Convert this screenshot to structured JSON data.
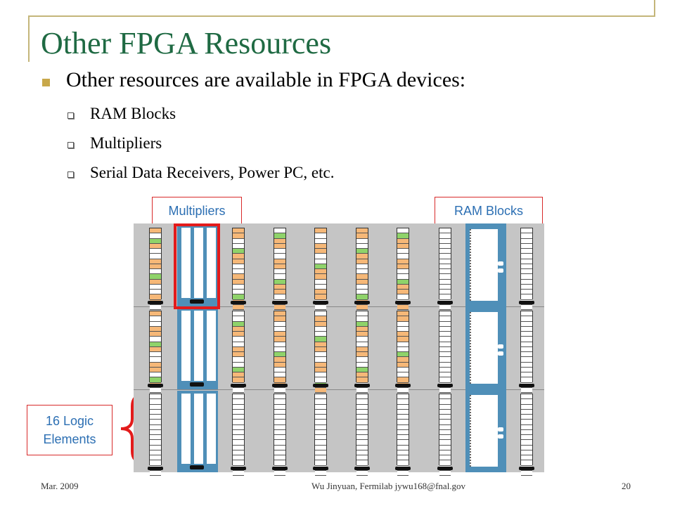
{
  "slide": {
    "title": "Other FPGA Resources",
    "main_bullet": "Other resources are available in FPGA devices:",
    "sub_bullets": [
      "RAM Blocks",
      "Multipliers",
      "Serial Data Receivers, Power PC, etc."
    ]
  },
  "callouts": {
    "multipliers": "Multipliers",
    "ram_blocks": "RAM Blocks",
    "logic_line1": "16 Logic",
    "logic_line2": "Elements"
  },
  "footer": {
    "date": "Mar. 2009",
    "author": "Wu Jinyuan, Fermilab jywu168@fnal.gov",
    "page": "20"
  },
  "colors": {
    "title": "#1f6a43",
    "frame": "#c4b67a",
    "bullet": "#c8a84a",
    "callout_border": "#d82a2a",
    "callout_text": "#2c6fb3",
    "highlight": "#e31b1b",
    "block": "#4f8fb8",
    "logic_orange": "#f6b878",
    "logic_green": "#8fd36a"
  }
}
